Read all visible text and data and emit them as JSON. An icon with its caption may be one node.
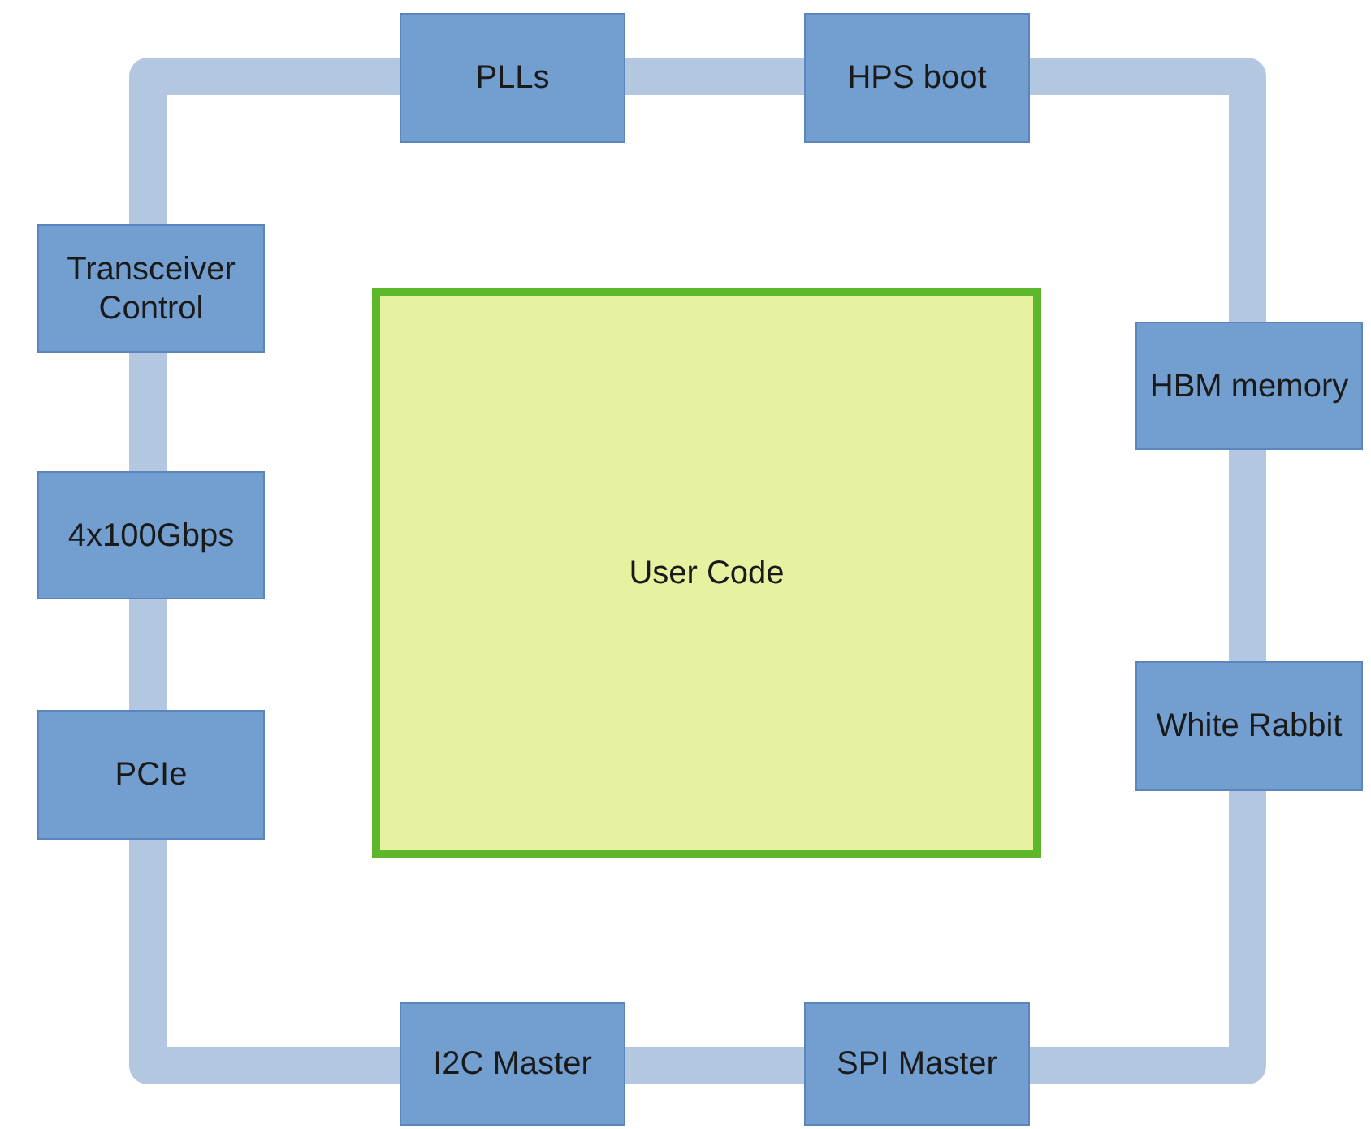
{
  "diagram": {
    "nodes": [
      {
        "text": [
          "PLLs"
        ]
      },
      {
        "text": [
          "HPS boot"
        ]
      },
      {
        "text": [
          "Transceiver Control"
        ]
      },
      {
        "text": [
          "User Code"
        ]
      },
      {
        "text": [
          "HBM memory"
        ]
      },
      {
        "text": [
          "4x100Gbps"
        ]
      },
      {
        "text": [
          "White Rabbit"
        ]
      },
      {
        "text": [
          "PCIe"
        ]
      },
      {
        "text": [
          "I2C Master"
        ]
      },
      {
        "text": [
          "SPI Master"
        ]
      }
    ],
    "edges": [
      {
        "from": 0,
        "to": 1,
        "arrow": "none"
      },
      {
        "from": 1,
        "to": 4,
        "arrow": "none"
      },
      {
        "from": 4,
        "to": 6,
        "arrow": "none"
      },
      {
        "from": 6,
        "to": 9,
        "arrow": "none"
      },
      {
        "from": 9,
        "to": 8,
        "arrow": "none"
      },
      {
        "from": 8,
        "to": 7,
        "arrow": "none"
      },
      {
        "from": 7,
        "to": 5,
        "arrow": "none"
      },
      {
        "from": 5,
        "to": 2,
        "arrow": "none"
      },
      {
        "from": 2,
        "to": 0,
        "arrow": "none"
      }
    ]
  }
}
